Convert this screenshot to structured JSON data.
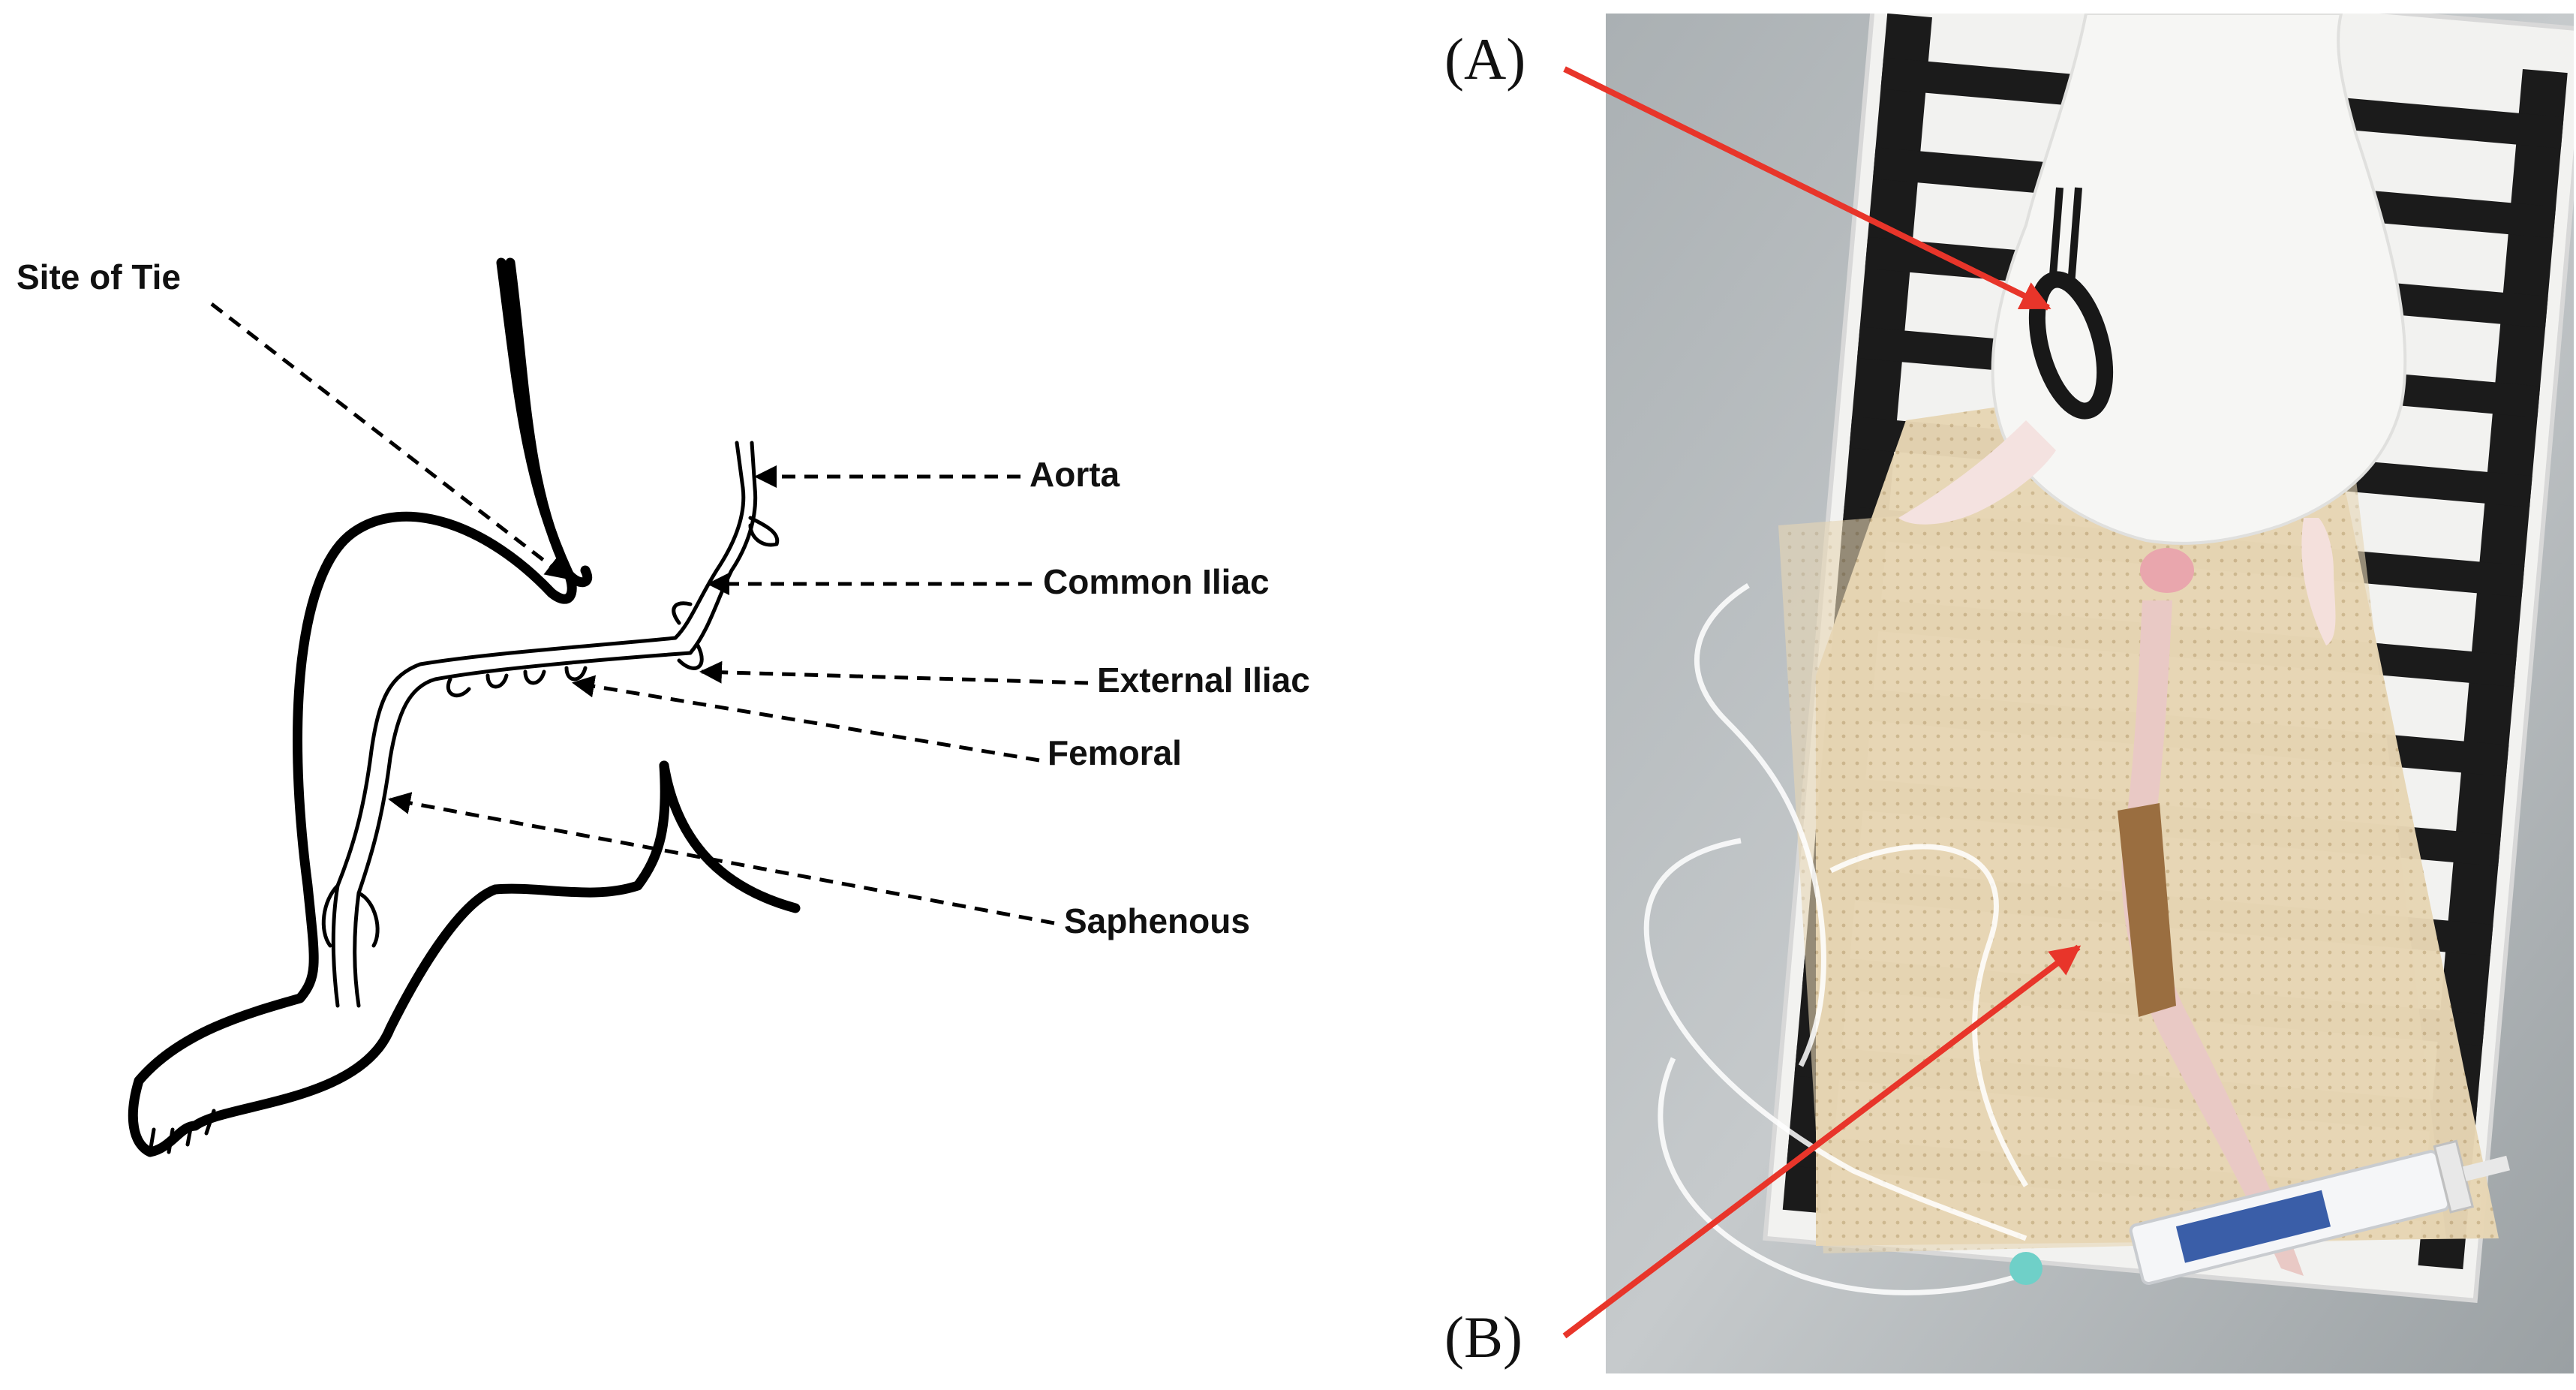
{
  "diagram": {
    "labels": {
      "site_of_tie": "Site of Tie",
      "aorta": "Aorta",
      "common_iliac": "Common Iliac",
      "external_iliac": "External Iliac",
      "femoral": "Femoral",
      "saphenous": "Saphenous"
    }
  },
  "photo": {
    "label_a": "(A)",
    "label_b": "(B)",
    "arrow_color": "#e8352a"
  }
}
